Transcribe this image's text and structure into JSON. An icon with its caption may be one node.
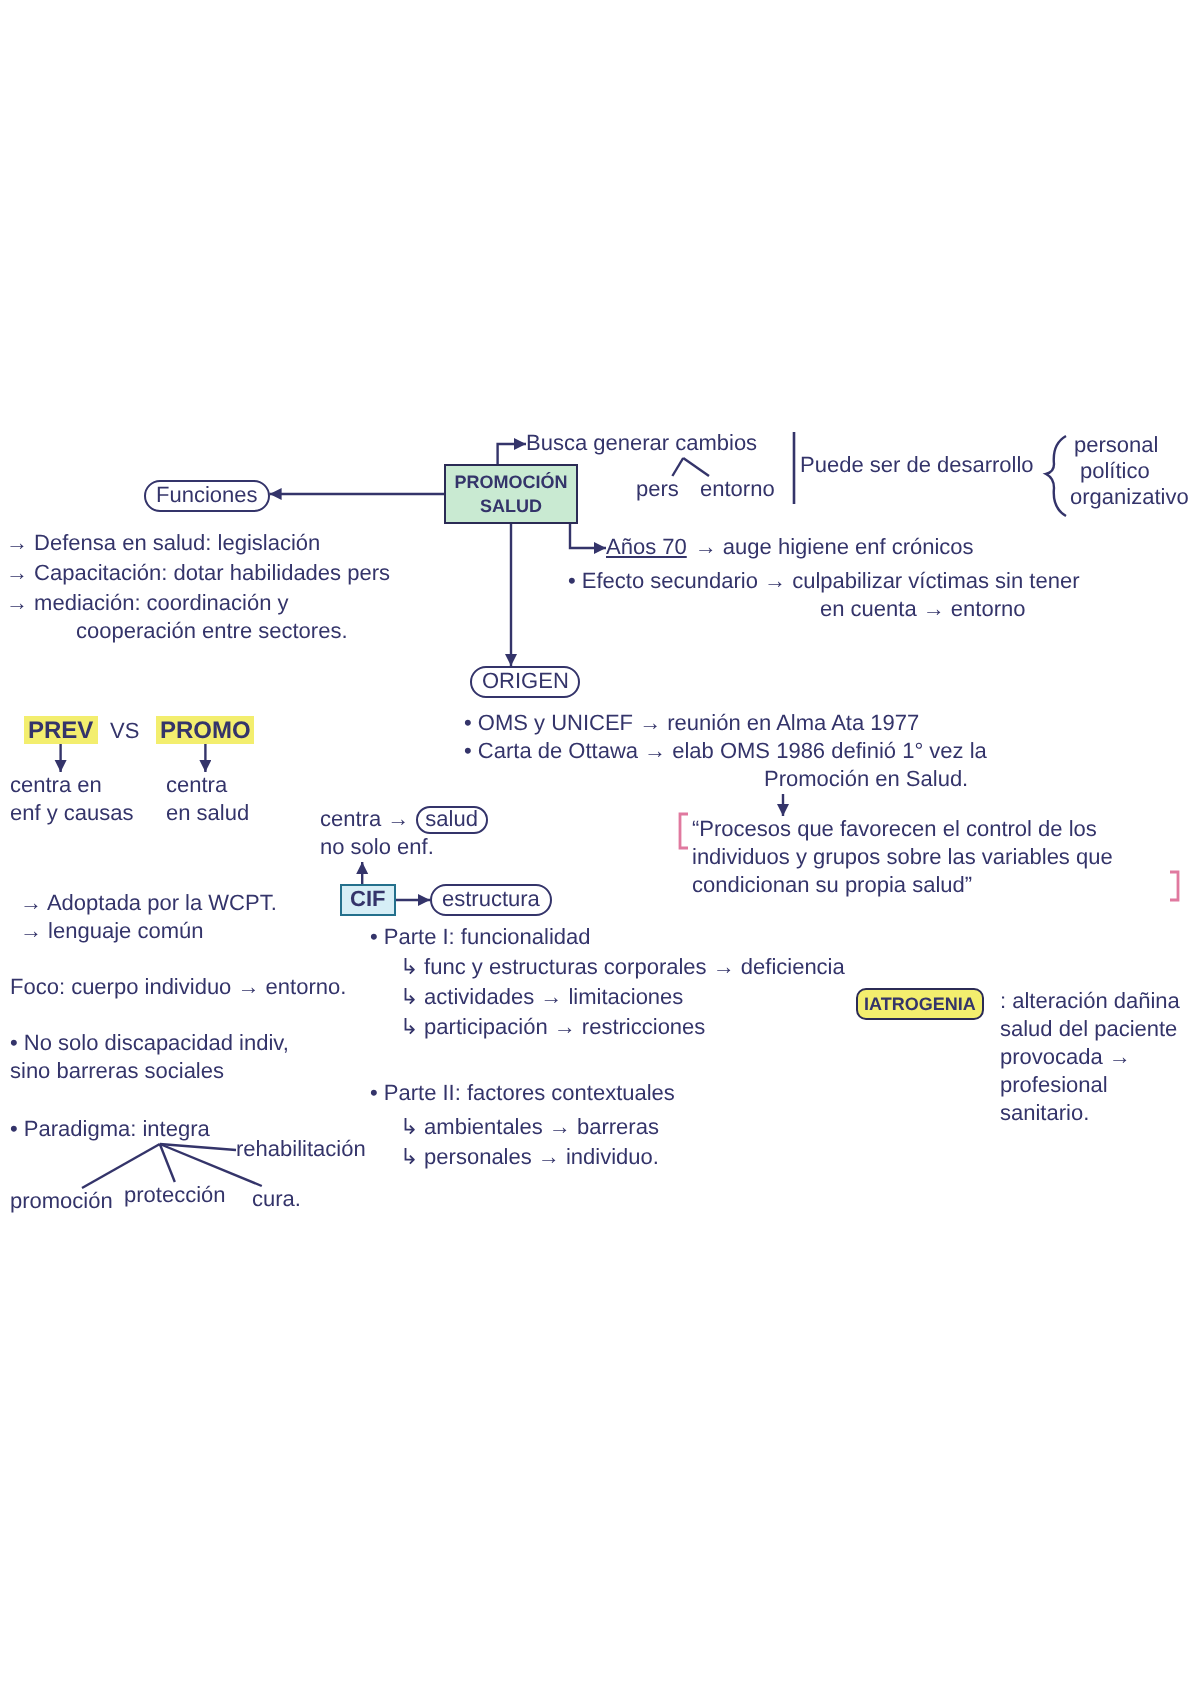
{
  "diagram": {
    "nodes": [
      {
        "text": [
          "PROMOCIÓN SALUD"
        ]
      },
      {
        "text": [
          "Funciones"
        ]
      },
      {
        "text": [
          "Busca generar cambios"
        ]
      },
      {
        "text": [
          "pers"
        ]
      },
      {
        "text": [
          "entorno"
        ]
      },
      {
        "text": [
          "Años 70",
          "→ auge higiene enf crónicos"
        ]
      },
      {
        "text": [
          "ORIGEN"
        ]
      },
      {
        "text": [
          "• Carta de Ottawa → elab OMS 1986 definió 1° vez la Promoción en Salud."
        ]
      },
      {
        "text": [
          "“Procesos que favorecen el control de los individuos y grupos sobre las variables que condicionan su propia salud”"
        ]
      },
      {
        "text": [
          "PREV"
        ]
      },
      {
        "text": [
          "PROMO"
        ]
      },
      {
        "text": [
          "centra en enf y causas"
        ]
      },
      {
        "text": [
          "centra en salud"
        ]
      },
      {
        "text": [
          "centra →",
          "salud",
          "no solo enf."
        ]
      },
      {
        "text": [
          "CIF"
        ]
      },
      {
        "text": [
          "estructura"
        ]
      },
      {
        "text": [
          "• Paradigma: integra"
        ]
      },
      {
        "text": [
          "promoción"
        ]
      },
      {
        "text": [
          "protección"
        ]
      },
      {
        "text": [
          "cura."
        ]
      },
      {
        "text": [
          "rehabilitación"
        ]
      },
      {
        "text": [
          "IATROGENIA"
        ],
        "beside": [
          ": alteración dañina salud del paciente provocada → profesional sanitario."
        ]
      }
    ],
    "edges": [
      {
        "from": 0,
        "to": 1,
        "arrow": "to"
      },
      {
        "from": 0,
        "to": 2,
        "arrow": "to"
      },
      {
        "from": 2,
        "to": 3,
        "arrow": "none"
      },
      {
        "from": 2,
        "to": 4,
        "arrow": "none"
      },
      {
        "from": 0,
        "to": 5,
        "arrow": "to"
      },
      {
        "from": 0,
        "to": 6,
        "arrow": "to"
      },
      {
        "from": 7,
        "to": 8,
        "arrow": "to"
      },
      {
        "from": 9,
        "to": 11,
        "arrow": "to"
      },
      {
        "from": 10,
        "to": 12,
        "arrow": "to"
      },
      {
        "from": 14,
        "to": 13,
        "arrow": "to"
      },
      {
        "from": 14,
        "to": 15,
        "arrow": "to"
      },
      {
        "from": 16,
        "to": 17,
        "arrow": "none"
      },
      {
        "from": 16,
        "to": 18,
        "arrow": "none"
      },
      {
        "from": 16,
        "to": 19,
        "arrow": "none"
      },
      {
        "from": 16,
        "to": 20,
        "arrow": "none"
      }
    ],
    "labels": [
      "Puede ser de desarrollo",
      "personal",
      "político",
      "organizativo",
      "→ Defensa en salud: legislación",
      "→ Capacitación: dotar habilidades pers",
      "• Efecto secundario → culpabilizar víctimas sin tener en cuenta → entorno",
      "→ mediación: coordinación y cooperación entre sectores.",
      "VS",
      "• OMS y UNICEF → reunión en Alma Ata 1977",
      "→ Adoptada por la WCPT.",
      "→ lenguaje común",
      "• Parte I: funcionalidad",
      "↳ func y estructuras corporales → deficiencia",
      "Foco: cuerpo individuo → entorno.",
      "↳ actividades → limitaciones",
      "↳ participación → restricciones",
      "• No solo discapacidad indiv, sino barreras sociales",
      "• Parte II: factores contextuales",
      "↳ ambientales → barreras",
      "↳ personales → individuo."
    ]
  }
}
